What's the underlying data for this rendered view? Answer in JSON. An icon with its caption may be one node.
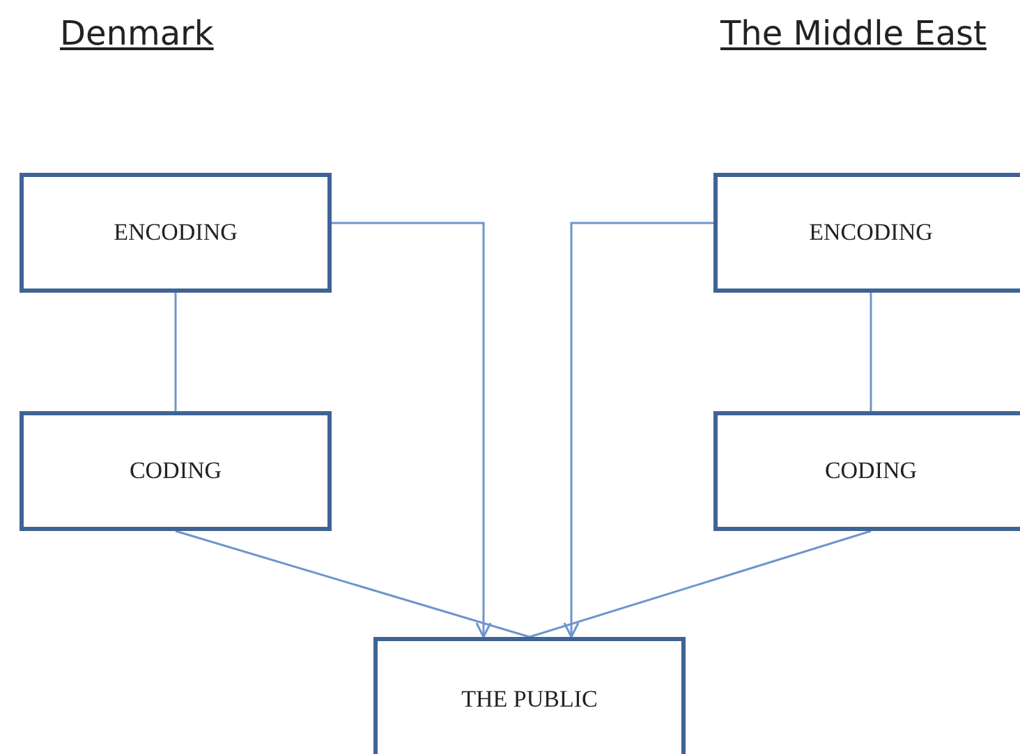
{
  "diagram": {
    "nodes": [
      {
        "text": [
          "ENCODING"
        ]
      },
      {
        "text": [
          "CODING"
        ]
      },
      {
        "text": [
          "ENCODING"
        ]
      },
      {
        "text": [
          "CODING"
        ]
      },
      {
        "text": [
          "THE PUBLIC"
        ]
      }
    ],
    "edges": [
      {
        "from": 0,
        "to": 1,
        "arrow": "none"
      },
      {
        "from": 2,
        "to": 3,
        "arrow": "none"
      },
      {
        "from": 0,
        "to": 4,
        "arrow": "to"
      },
      {
        "from": 2,
        "to": 4,
        "arrow": "to"
      },
      {
        "from": 1,
        "to": 4,
        "arrow": "none"
      },
      {
        "from": 3,
        "to": 4,
        "arrow": "none"
      }
    ],
    "labels": [
      "Denmark",
      "The Middle East"
    ]
  }
}
